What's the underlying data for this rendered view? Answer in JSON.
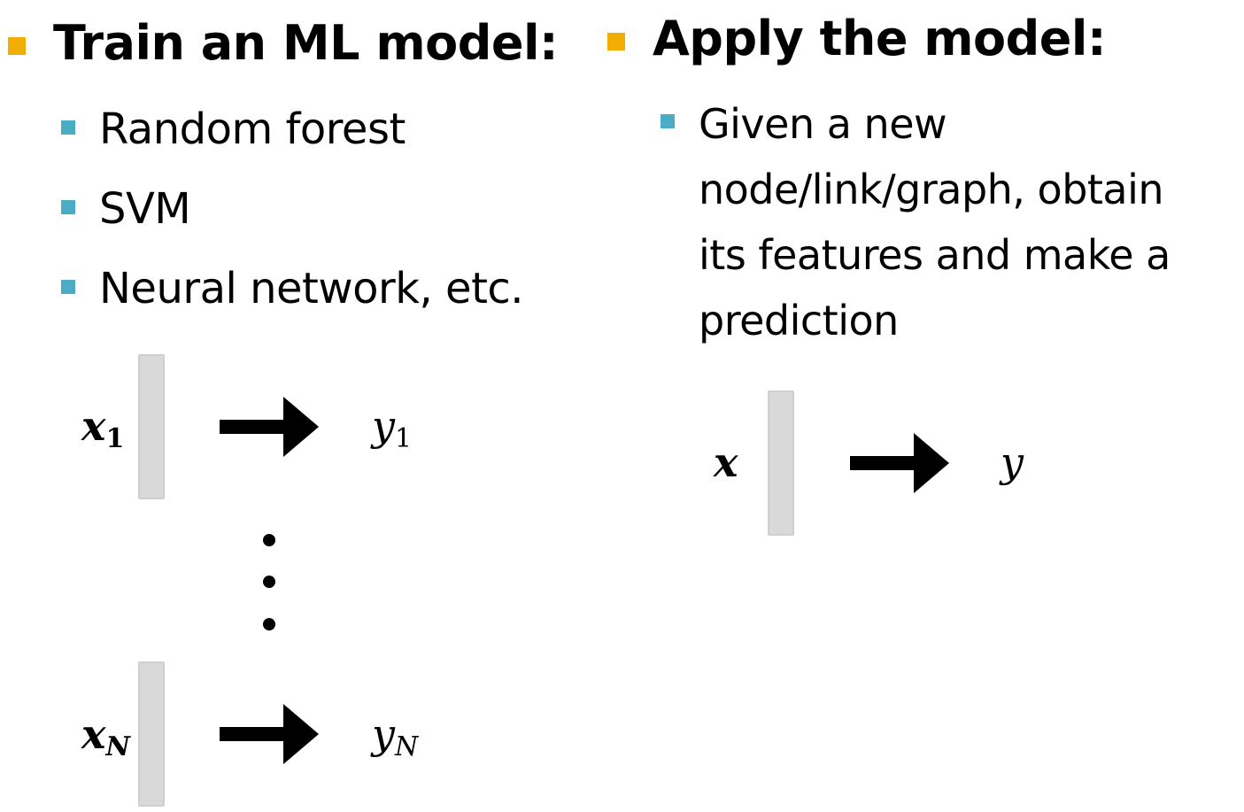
{
  "colors": {
    "main_bullet": "#f2ae00",
    "sub_bullet": "#4bacc6",
    "vector_fill": "#d9d9d9",
    "text": "#000000"
  },
  "left": {
    "heading": "Train an ML model:",
    "items": [
      "Random forest",
      "SVM",
      "Neural network, etc."
    ],
    "diagram": {
      "x1_base": "x",
      "x1_sub": "1",
      "y1_base": "y",
      "y1_sub": "1",
      "xN_base": "x",
      "xN_sub": "N",
      "yN_base": "y",
      "yN_sub": "N"
    }
  },
  "right": {
    "heading": "Apply the model:",
    "lines": [
      "Given a new",
      "node/link/graph, obtain",
      "its features and make a",
      "prediction"
    ],
    "diagram": {
      "x_label": "x",
      "y_label": "y"
    }
  }
}
